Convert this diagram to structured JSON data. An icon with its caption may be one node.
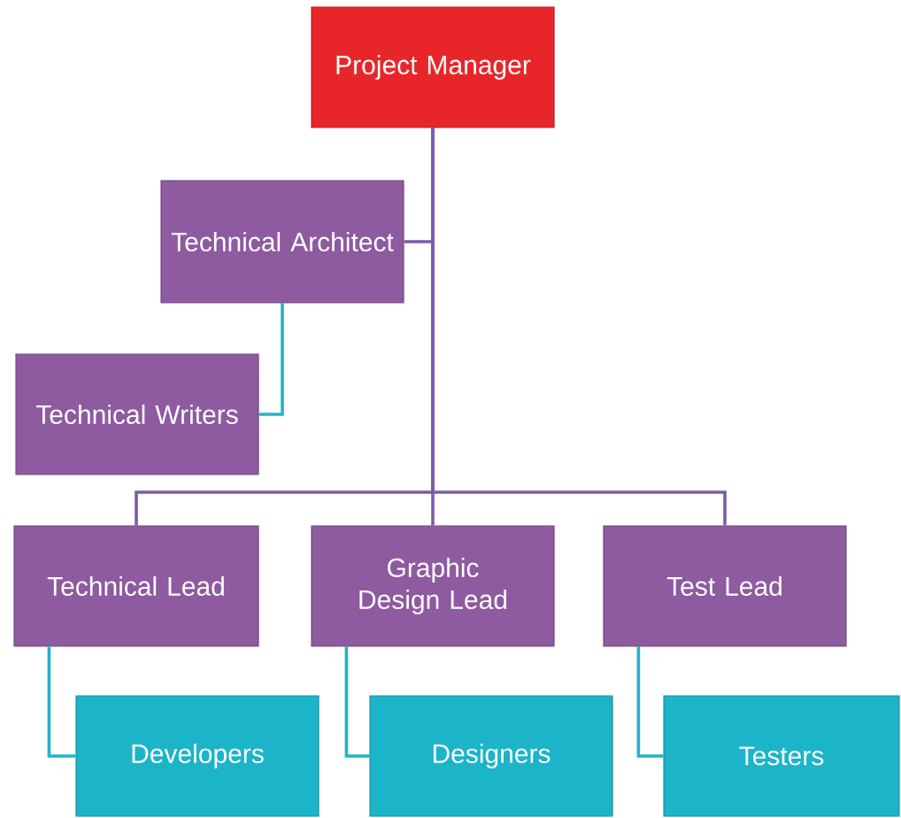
{
  "diagram": {
    "nodes": [
      {
        "text": [
          "Project Manager"
        ]
      },
      {
        "text": [
          "Technical Architect"
        ]
      },
      {
        "text": [
          "Technical Writers"
        ]
      },
      {
        "text": [
          "Technical Lead"
        ]
      },
      {
        "text": [
          "Graphic Design Lead"
        ]
      },
      {
        "text": [
          "Test Lead"
        ]
      },
      {
        "text": [
          "Developers"
        ]
      },
      {
        "text": [
          "Designers"
        ]
      },
      {
        "text": [
          "Testers"
        ]
      }
    ],
    "edges": [
      {
        "from": 0,
        "to": 1,
        "arrow": "none"
      },
      {
        "from": 1,
        "to": 2,
        "arrow": "none",
        "color": "#1fb5c8"
      },
      {
        "from": 0,
        "to": 3,
        "arrow": "none"
      },
      {
        "from": 0,
        "to": 4,
        "arrow": "none"
      },
      {
        "from": 0,
        "to": 5,
        "arrow": "none"
      },
      {
        "from": 3,
        "to": 6,
        "arrow": "none",
        "color": "#1fb5c8"
      },
      {
        "from": 4,
        "to": 7,
        "arrow": "none",
        "color": "#1fb5c8"
      },
      {
        "from": 5,
        "to": 8,
        "arrow": "none",
        "color": "#1fb5c8"
      }
    ]
  }
}
